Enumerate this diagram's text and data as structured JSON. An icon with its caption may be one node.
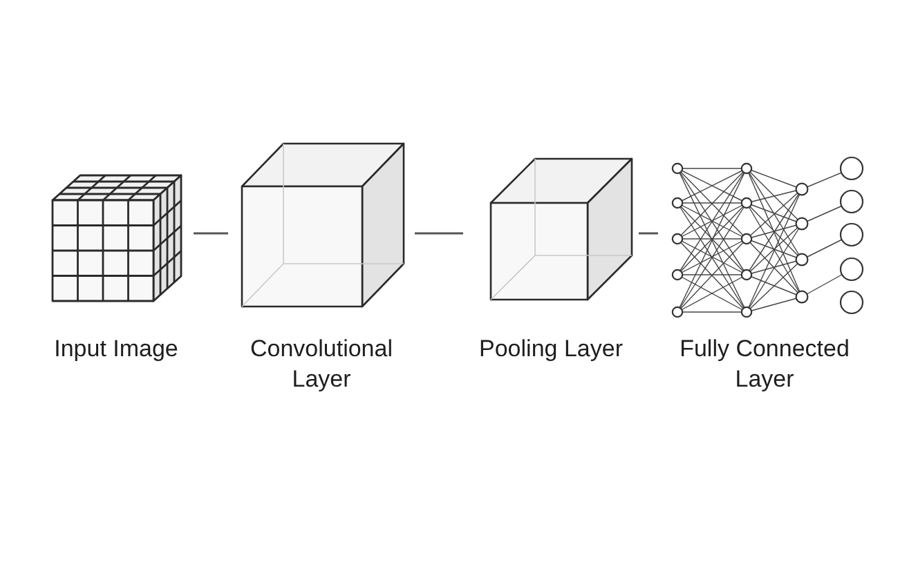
{
  "diagram": {
    "nodes": [
      {
        "text": [
          "Input Image"
        ]
      },
      {
        "text": [
          "Convolutional Layer"
        ]
      },
      {
        "text": [
          "Pooling Layer"
        ]
      },
      {
        "text": [
          "Fully Connected Layer"
        ]
      }
    ],
    "edges": [
      {
        "from": 0,
        "to": 1,
        "arrow": "none"
      },
      {
        "from": 1,
        "to": 2,
        "arrow": "none"
      },
      {
        "from": 2,
        "to": 3,
        "arrow": "none"
      }
    ]
  }
}
